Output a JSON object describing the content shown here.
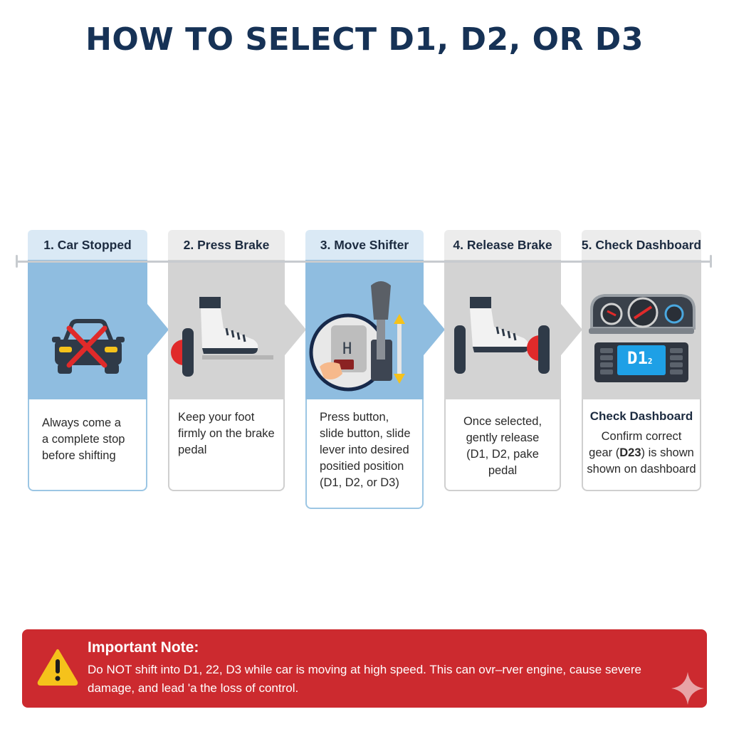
{
  "title": "HOW TO SELECT D1, D2, OR D3",
  "colors": {
    "title": "#163256",
    "blue_panel": "#8fbde0",
    "blue_header": "#dae9f5",
    "gray_panel": "#d3d3d3",
    "gray_header": "#ececec",
    "warning_bg": "#cc2a2f",
    "warning_icon": "#f5c21b"
  },
  "steps": [
    {
      "label": "1. Car Stopped",
      "icon": "car-stopped-icon",
      "lines": [
        "Always come a",
        "a complete stop",
        "before shifting"
      ]
    },
    {
      "label": "2. Press Brake",
      "icon": "boot-press-brake-icon",
      "lines": [
        "Keep your foot",
        "firmly on the brake",
        "pedal"
      ]
    },
    {
      "label": "3. Move Shifter",
      "icon": "gear-shifter-icon",
      "lines": [
        "Press button,",
        "slide button, slide",
        "lever into desired",
        "positied position",
        "(D1, D2, or D3)"
      ]
    },
    {
      "label": "4. Release Brake",
      "icon": "boot-release-brake-icon",
      "lines": [
        "Once selected,",
        "gently release",
        "(D1, D2, pake",
        "pedal"
      ]
    },
    {
      "label": "5. Check Dashboard",
      "icon": "dashboard-icon",
      "sub_title": "Check Dashboard",
      "line1": "Confirm correct",
      "line2_pre": "gear (",
      "line2_bold": "D23",
      "line2_post": ") is shown",
      "line3": "shown on dashboard",
      "display": {
        "main": "D1",
        "sub": "2"
      }
    }
  ],
  "note": {
    "title": "Important Note:",
    "line1": "Do NOT shift into D1, 22, D3 while car is moving at high speed. This can ovr–rver engine, cause severe",
    "line2": "damage, and lead 'a the loss of control.",
    "icon": "warning-icon"
  }
}
